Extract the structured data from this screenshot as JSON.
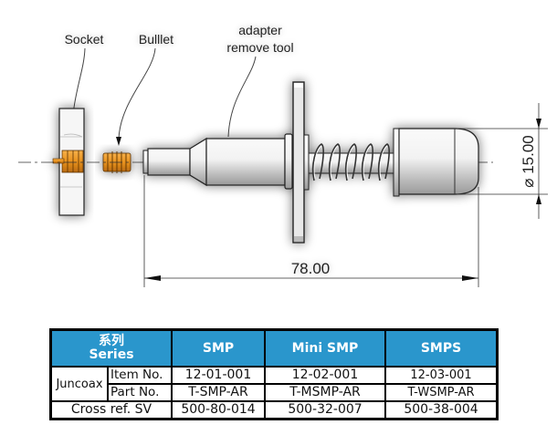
{
  "diagram": {
    "labels": {
      "socket": "Socket",
      "bullet": "Bulllet",
      "tool_line1": "adapter",
      "tool_line2": "remove tool"
    },
    "dimensions": {
      "length": "78.00",
      "diameter": "⌀ 15.00"
    },
    "colors": {
      "connector_orange": "#e8921e",
      "metal_gray": "#d8d8d8",
      "outline": "#222222"
    }
  },
  "table": {
    "header": {
      "series_cn": "系列",
      "series_en": "Series",
      "columns": [
        "SMP",
        "Mini SMP",
        "SMPS"
      ]
    },
    "brand": "Juncoax",
    "rows": [
      {
        "label": "Item No.",
        "values": [
          "12-01-001",
          "12-02-001",
          "12-03-001"
        ]
      },
      {
        "label": "Part No.",
        "values": [
          "T-SMP-AR",
          "T-MSMP-AR",
          "T-WSMP-AR"
        ]
      }
    ],
    "cross_ref": {
      "label": "Cross ref. SV",
      "values": [
        "500-80-014",
        "500-32-007",
        "500-38-004"
      ]
    },
    "header_color": "#2a96cc"
  }
}
